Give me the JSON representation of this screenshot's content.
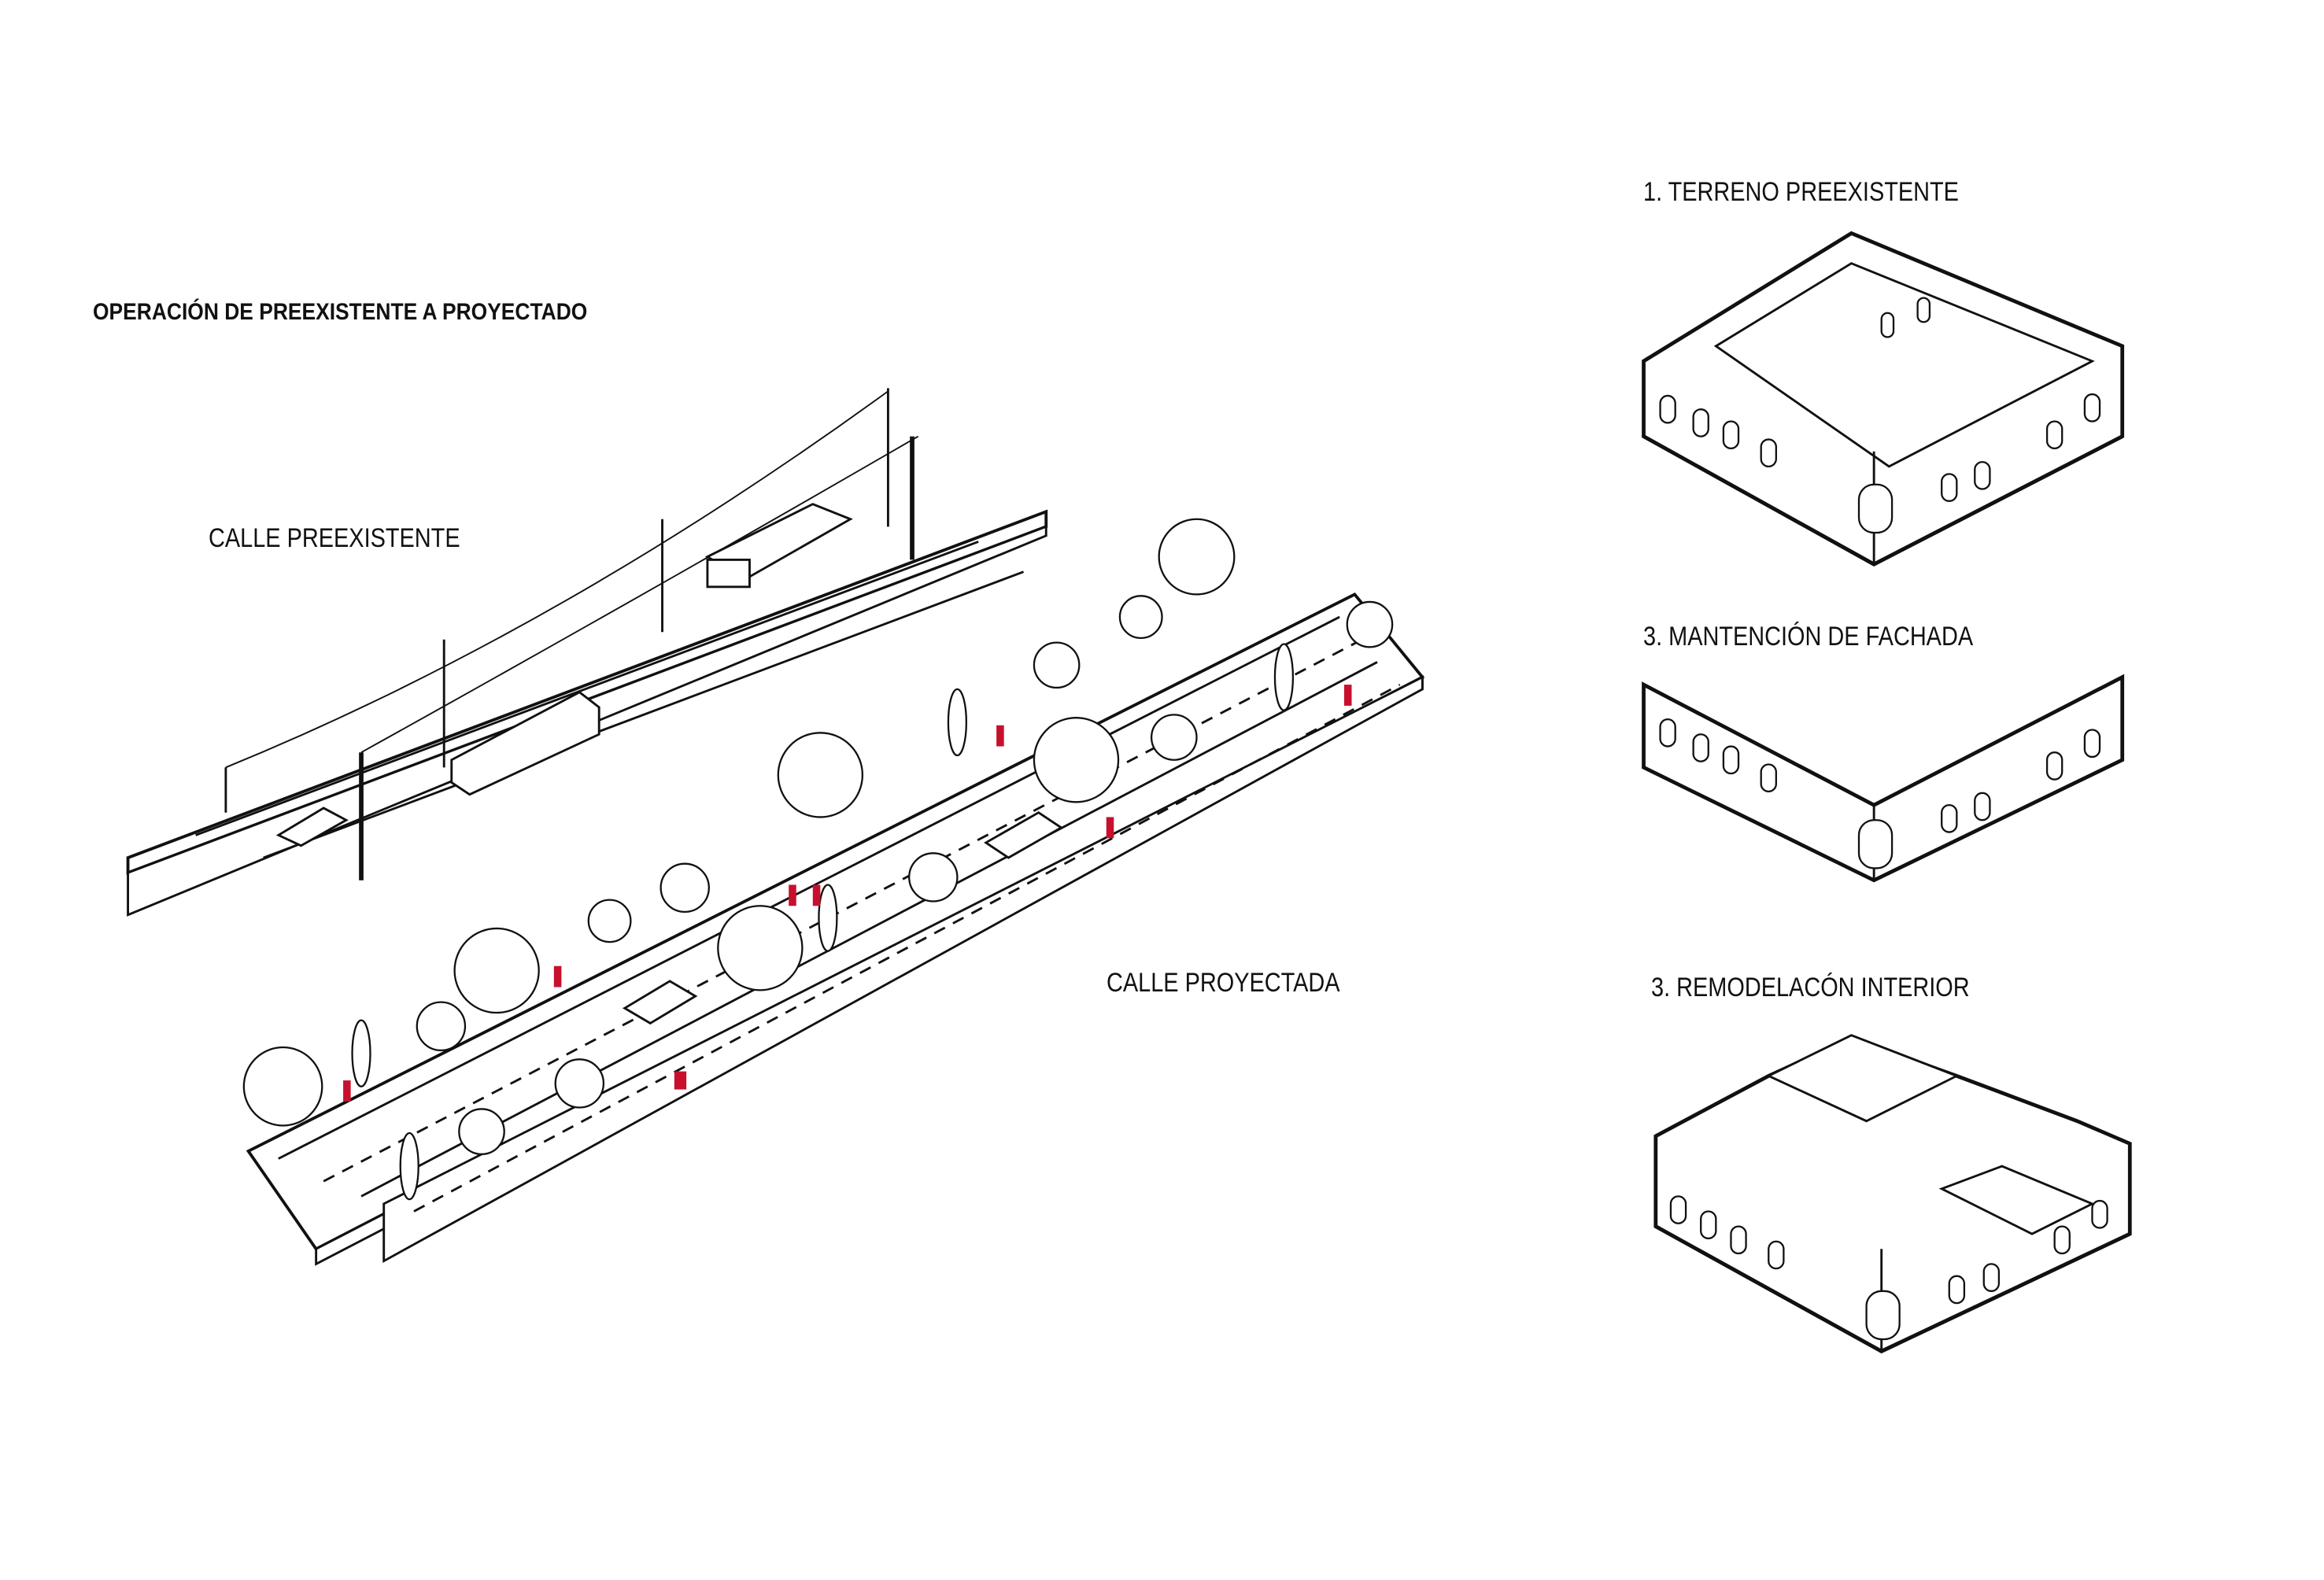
{
  "title": "OPERACIÓN DE PREEXISTENTE A PROYECTADO",
  "streets": {
    "existing_label": "CALLE PREEXISTENTE",
    "projected_label": "CALLE PROYECTADA"
  },
  "stages": [
    {
      "label": "1. TERRENO PREEXISTENTE"
    },
    {
      "label": "3. MANTENCIÓN DE FACHADA"
    },
    {
      "label": "3. REMODELACÓN INTERIOR"
    }
  ],
  "colors": {
    "line": "#111111",
    "accent": "#c8102e",
    "background": "#ffffff"
  }
}
